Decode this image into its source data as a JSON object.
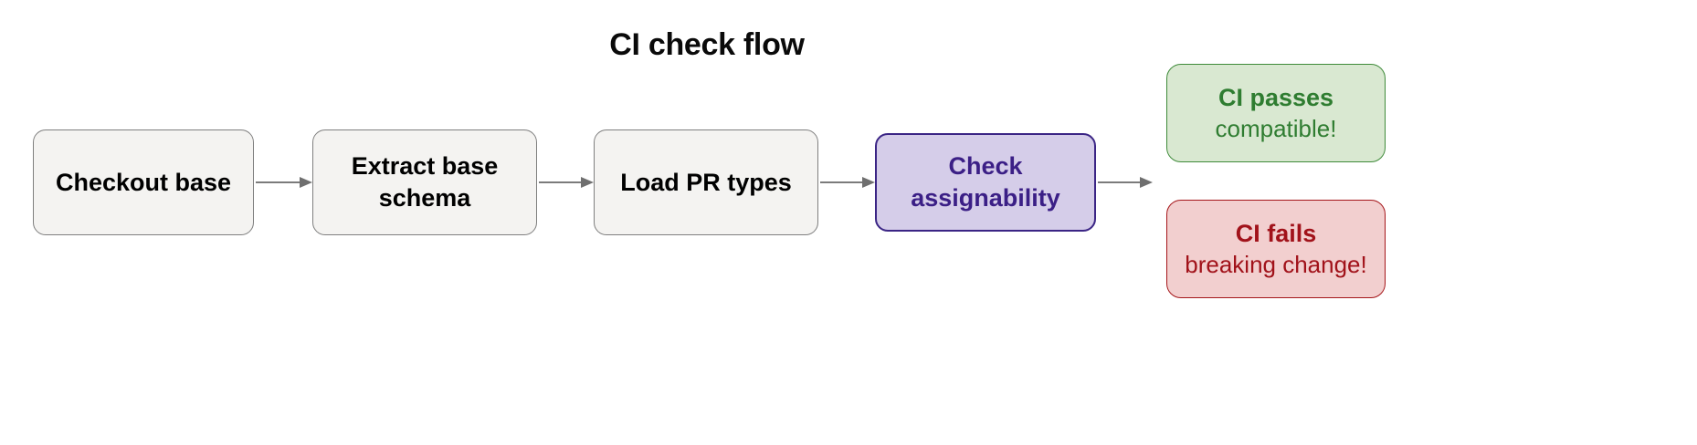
{
  "diagram": {
    "title": "CI check flow",
    "type": "flowchart",
    "orientation": "left-to-right",
    "background_color": "#ffffff"
  },
  "palette": {
    "process_fill": "#f4f3f1",
    "process_border": "#7f7f7f",
    "process_text": "#000000",
    "highlight_fill": "#d5cde9",
    "highlight_border": "#3b2585",
    "highlight_text": "#3b1f86",
    "pass_fill": "#d9e8d1",
    "pass_border": "#3f8b3a",
    "pass_text": "#2f7d31",
    "fail_fill": "#f2cfcf",
    "fail_border": "#a5161a",
    "fail_text": "#a1121a",
    "edge_color": "#7b7b7b"
  },
  "nodes": {
    "checkout": {
      "label": "Checkout base",
      "kind": "process"
    },
    "extract": {
      "line1": "Extract base",
      "line2": "schema",
      "kind": "process"
    },
    "load_types": {
      "label": "Load PR types",
      "kind": "process"
    },
    "check": {
      "line1": "Check",
      "line2": "assignability",
      "kind": "highlight"
    },
    "pass": {
      "title": "CI passes",
      "subtitle": "compatible!",
      "kind": "result-pass"
    },
    "fail": {
      "title": "CI fails",
      "subtitle": "breaking change!",
      "kind": "result-fail"
    }
  },
  "edges": [
    {
      "from": "checkout",
      "to": "extract",
      "label": ""
    },
    {
      "from": "extract",
      "to": "load_types",
      "label": ""
    },
    {
      "from": "load_types",
      "to": "check",
      "label": ""
    },
    {
      "from": "check",
      "to": "results",
      "label": ""
    }
  ]
}
